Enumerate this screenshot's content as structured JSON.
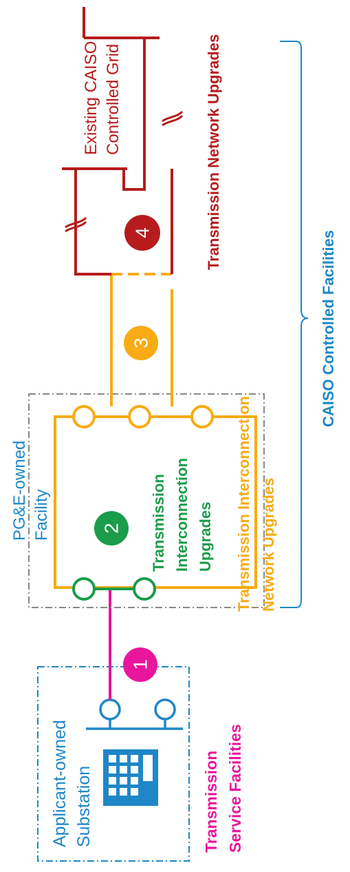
{
  "colors": {
    "blue": "#1f87c7",
    "pink": "#e8169c",
    "green": "#1b9c4a",
    "orange": "#f8ab14",
    "red": "#b71c1c",
    "gray": "#777777",
    "white": "#ffffff"
  },
  "labels": {
    "applicant_substation_line1": "Applicant-owned",
    "applicant_substation_line2": "Substation",
    "service_line1": "Transmission",
    "service_line2": "Service Facilities",
    "pge_line1": "PG&E-owned",
    "pge_line2": "Facility",
    "tiu_line1": "Transmission",
    "tiu_line2": "Interconnection",
    "tiu_line3": "Upgrades",
    "tinu_line1": "Transmission Interconnection",
    "tinu_line2": "Network Upgrades",
    "grid_line1": "Existing CAISO",
    "grid_line2": "Controlled Grid",
    "network_upgrades": "Transmission Network Upgrades",
    "caiso_facilities": "CAISO Controlled Facilities"
  },
  "markers": {
    "m1": "1",
    "m2": "2",
    "m3": "3",
    "m4": "4"
  },
  "icons": {
    "substation": "building-icon"
  }
}
